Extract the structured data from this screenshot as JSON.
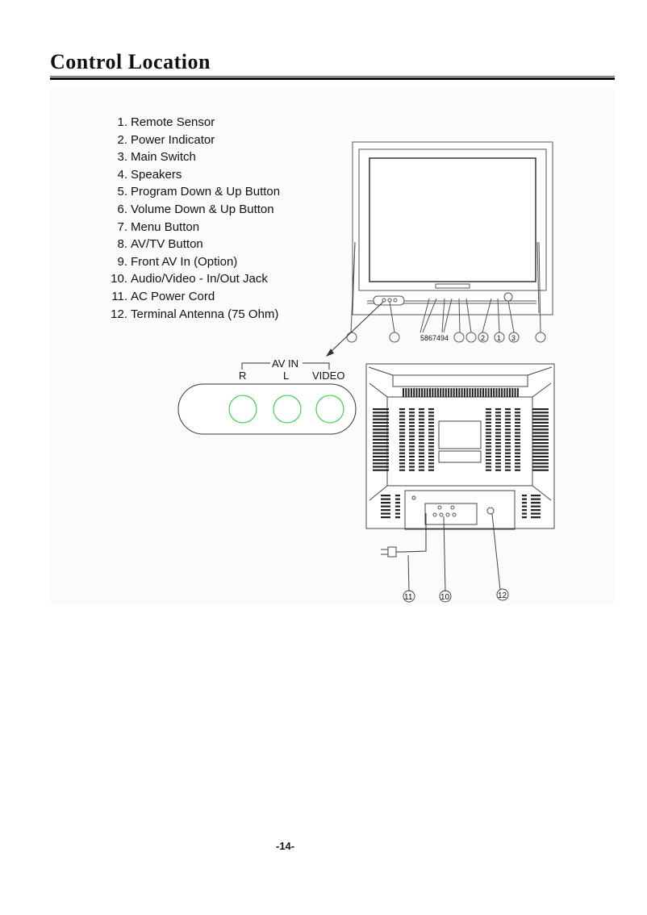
{
  "header": {
    "title": "Control Location"
  },
  "legend": [
    {
      "num": "1.",
      "label": "Remote Sensor"
    },
    {
      "num": "2.",
      "label": "Power Indicator"
    },
    {
      "num": "3.",
      "label": "Main Switch"
    },
    {
      "num": "4.",
      "label": "Speakers"
    },
    {
      "num": "5.",
      "label": "Program Down & Up Button"
    },
    {
      "num": "6.",
      "label": "Volume Down & Up Button"
    },
    {
      "num": "7.",
      "label": "Menu Button"
    },
    {
      "num": "8.",
      "label": "AV/TV Button"
    },
    {
      "num": "9.",
      "label": "Front AV In (Option)"
    },
    {
      "num": "10.",
      "label": "Audio/Video - In/Out Jack"
    },
    {
      "num": "11.",
      "label": "AC Power Cord"
    },
    {
      "num": "12.",
      "label": "Terminal Antenna (75 Ohm)"
    }
  ],
  "front_callouts": {
    "group": "5867494",
    "c2": "2",
    "c1": "1",
    "c3": "3"
  },
  "av_in": {
    "title": "AV IN",
    "r": "R",
    "l": "L",
    "video": "VIDEO",
    "jack_color": "#22cc22"
  },
  "rear_callouts": {
    "c11": "11",
    "c10": "10",
    "c12": "12"
  },
  "footer": {
    "page": "-14-"
  }
}
